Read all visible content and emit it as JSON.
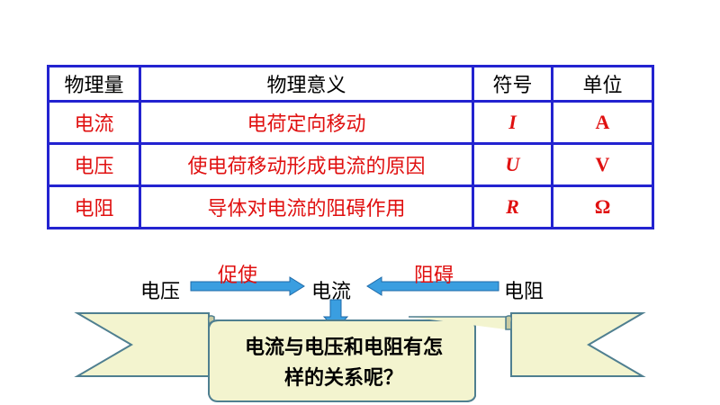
{
  "table": {
    "headers": [
      "物理量",
      "物理意义",
      "符号",
      "单位"
    ],
    "rows": [
      {
        "name": "电流",
        "meaning": "电荷定向移动",
        "symbol": "I",
        "unit": "A"
      },
      {
        "name": "电压",
        "meaning": "使电荷移动形成电流的原因",
        "symbol": "U",
        "unit": "V"
      },
      {
        "name": "电阻",
        "meaning": "导体对电流的阻碍作用",
        "symbol": "R",
        "unit": "Ω"
      }
    ]
  },
  "flow": {
    "left": "电压",
    "left_cause": "促使",
    "center": "电流",
    "right_cause": "阻碍",
    "right": "电阻"
  },
  "banner": {
    "line1": "电流与电压和电阻有怎",
    "line2": "样的关系呢？"
  },
  "colors": {
    "table_border": "#2323d0",
    "accent_red": "#e01010",
    "arrow_fill": "#3a9ee0",
    "banner_fill": "#f3f4cf",
    "banner_stroke": "#4f7f90"
  }
}
